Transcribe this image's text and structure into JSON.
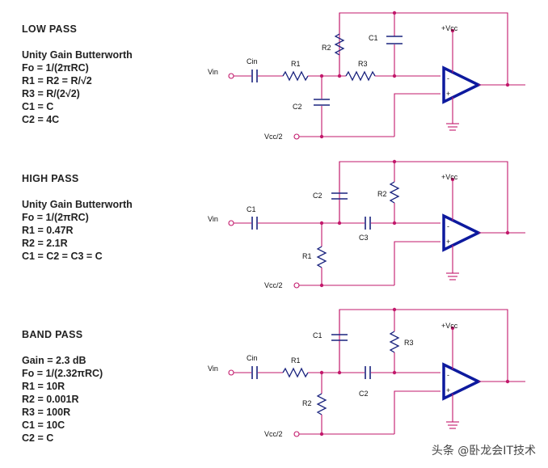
{
  "sections": [
    {
      "title": "LOW PASS",
      "subtitle": "Unity Gain Butterworth",
      "lines": [
        "Fo = 1/(2πRC)",
        "R1 = R2 = R/√2",
        "R3 = R/(2√2)",
        "C1 = C",
        "C2 = 4C"
      ]
    },
    {
      "title": "HIGH PASS",
      "subtitle": "Unity Gain Butterworth",
      "lines": [
        "Fo = 1/(2πRC)",
        "R1 = 0.47R",
        "R2 = 2.1R",
        "C1 = C2 = C3 = C"
      ]
    },
    {
      "title": "BAND PASS",
      "subtitle": "",
      "lines": [
        "Gain = 2.3 dB",
        "Fo = 1/(2.32πRC)",
        "R1 = 10R",
        "R2 = 0.001R",
        "R3 = 100R",
        "C1 = 10C",
        "C2 = C"
      ]
    }
  ],
  "circuits": {
    "lowpass": {
      "vin": "Vin",
      "vcc2": "Vcc/2",
      "vcc": "+Vcc",
      "cin": "Cin",
      "r1": "R1",
      "r2": "R2",
      "r3": "R3",
      "c1": "C1",
      "c2": "C2",
      "minus": "-",
      "plus": "+"
    },
    "highpass": {
      "vin": "Vin",
      "vcc2": "Vcc/2",
      "vcc": "+Vcc",
      "c1": "C1",
      "c2": "C2",
      "c3": "C3",
      "r1": "R1",
      "r2": "R2",
      "minus": "-",
      "plus": "+"
    },
    "bandpass": {
      "vin": "Vin",
      "vcc2": "Vcc/2",
      "vcc": "+Vcc",
      "cin": "Cin",
      "r1": "R1",
      "r2": "R2",
      "r3": "R3",
      "c1": "C1",
      "c2": "C2",
      "minus": "-",
      "plus": "+"
    }
  },
  "watermark": "头条 @卧龙会IT技术",
  "colors": {
    "wire": "#c2186b",
    "component": "#1a237e",
    "opamp": "#0d1a9e"
  }
}
